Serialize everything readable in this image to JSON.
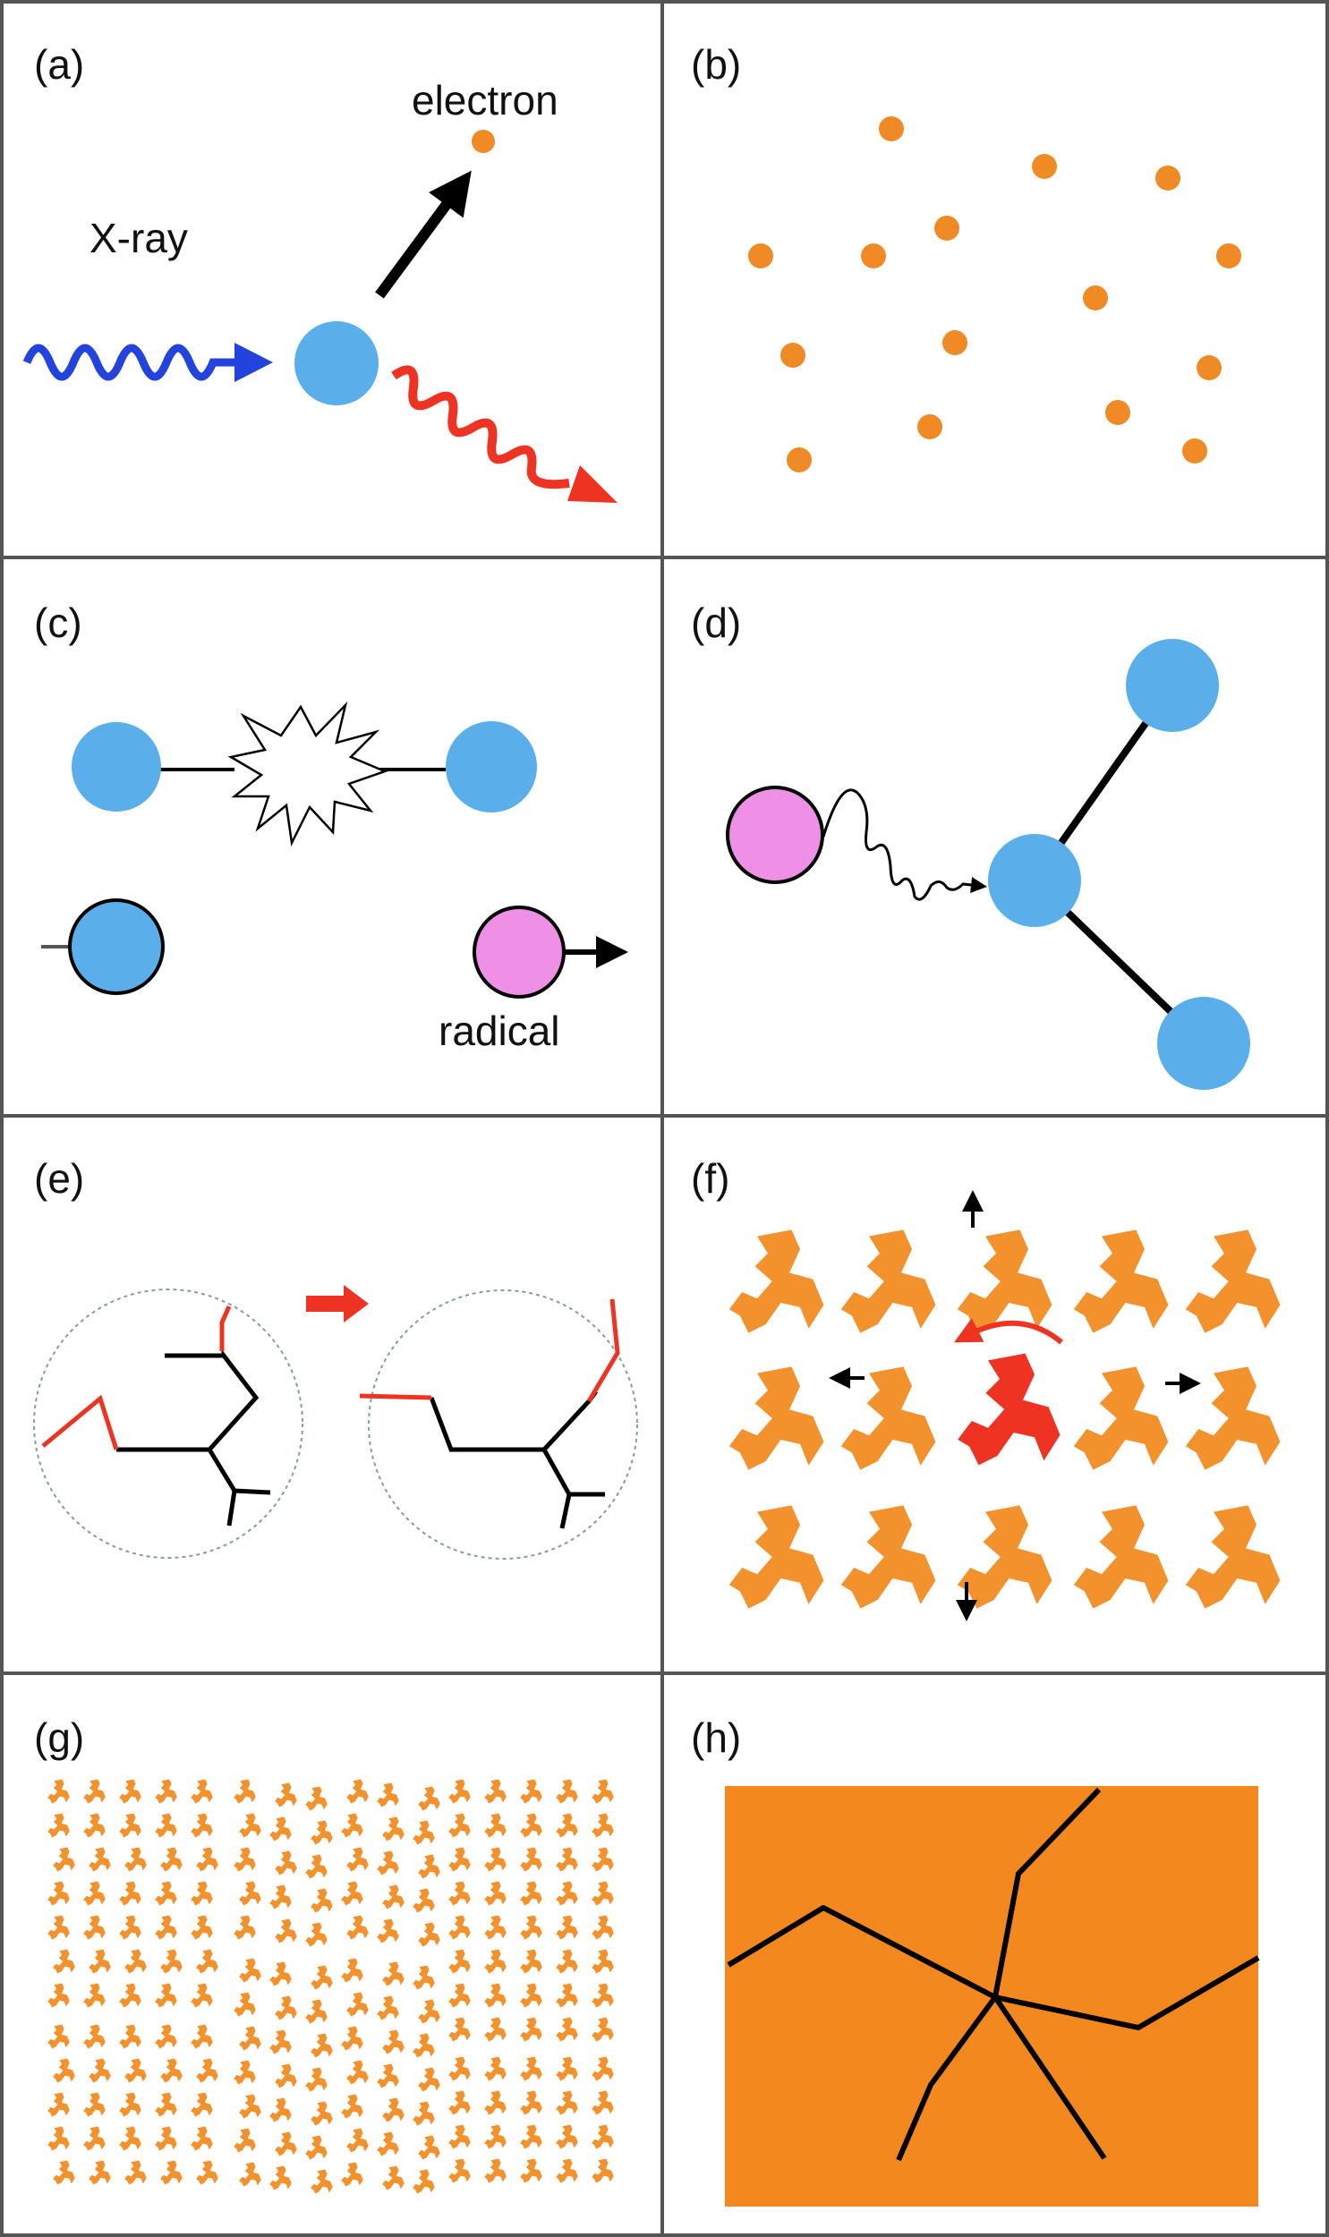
{
  "panels": {
    "a": {
      "label": "(a)",
      "xray_label": "X-ray",
      "electron_label": "electron"
    },
    "b": {
      "label": "(b)"
    },
    "c": {
      "label": "(c)",
      "radical_label": "radical"
    },
    "d": {
      "label": "(d)"
    },
    "e": {
      "label": "(e)"
    },
    "f": {
      "label": "(f)"
    },
    "g": {
      "label": "(g)"
    },
    "h": {
      "label": "(h)"
    }
  },
  "colors": {
    "atom_blue": "#5aaeea",
    "electron_orange": "#f08a24",
    "radical_pink": "#ee90e6",
    "xray_blue": "#2244dd",
    "scatter_red": "#ee3322",
    "molecule_orange": "#f3912c",
    "crystal_fill": "#f3891e",
    "border": "#555555"
  },
  "icons": {
    "incoming_xray": "wavy-arrow-icon",
    "scattered_xray": "wavy-arrow-icon",
    "bond_break": "explosion-burst-icon",
    "molecule": "molecule-shape-icon",
    "rotation": "curved-arrow-icon"
  }
}
